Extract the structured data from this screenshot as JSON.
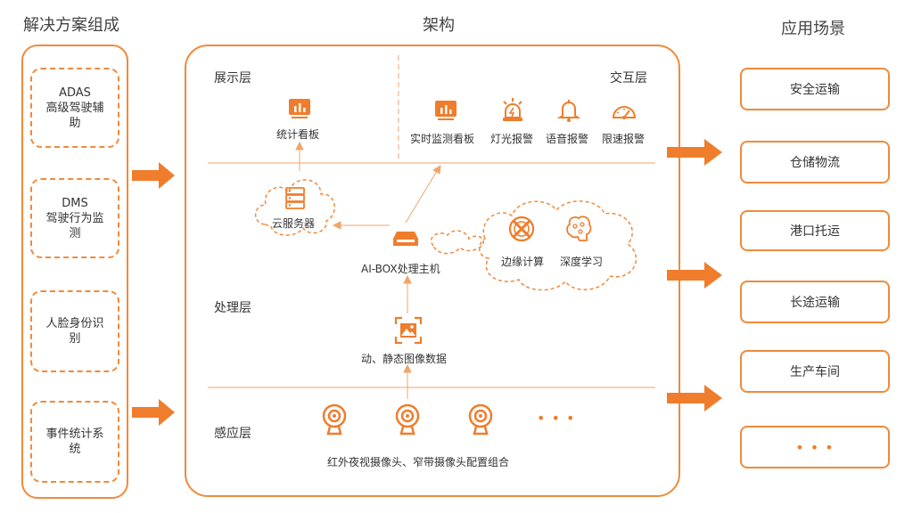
{
  "headers": {
    "left": "解决方案组成",
    "center": "架构",
    "right": "应用场景"
  },
  "components": [
    {
      "label": "ADAS\n高级驾驶辅\n助"
    },
    {
      "label": "DMS\n驾驶行为监\n测"
    },
    {
      "label": "人脸身份识\n别"
    },
    {
      "label": "事件统计系\n统"
    }
  ],
  "layers": {
    "display": "展示层",
    "interaction": "交互层",
    "processing": "处理层",
    "sensing": "感应层"
  },
  "display_items": {
    "stats_board": "统计看板"
  },
  "interaction_items": [
    {
      "label": "实时监测看板",
      "icon": "chart-board-icon"
    },
    {
      "label": "灯光报警",
      "icon": "warning-light-icon"
    },
    {
      "label": "语音报警",
      "icon": "bell-icon"
    },
    {
      "label": "限速报警",
      "icon": "speedometer-icon"
    }
  ],
  "processing_items": {
    "cloud_server": "云服务器",
    "ai_box": "AI-BOX处理主机",
    "edge_computing": "边缘计算",
    "deep_learning": "深度学习",
    "image_data": "动、静态图像数据"
  },
  "sensing_items": {
    "cameras_caption": "红外夜视摄像头、窄带摄像头配置组合",
    "more": "• • •"
  },
  "scenarios": [
    {
      "label": "安全运输"
    },
    {
      "label": "仓储物流"
    },
    {
      "label": "港口托运"
    },
    {
      "label": "长途运输"
    },
    {
      "label": "生产车间"
    },
    {
      "label": "• • •"
    }
  ],
  "colors": {
    "accent": "#f08a3c",
    "arrow": "#ef7d2c"
  }
}
